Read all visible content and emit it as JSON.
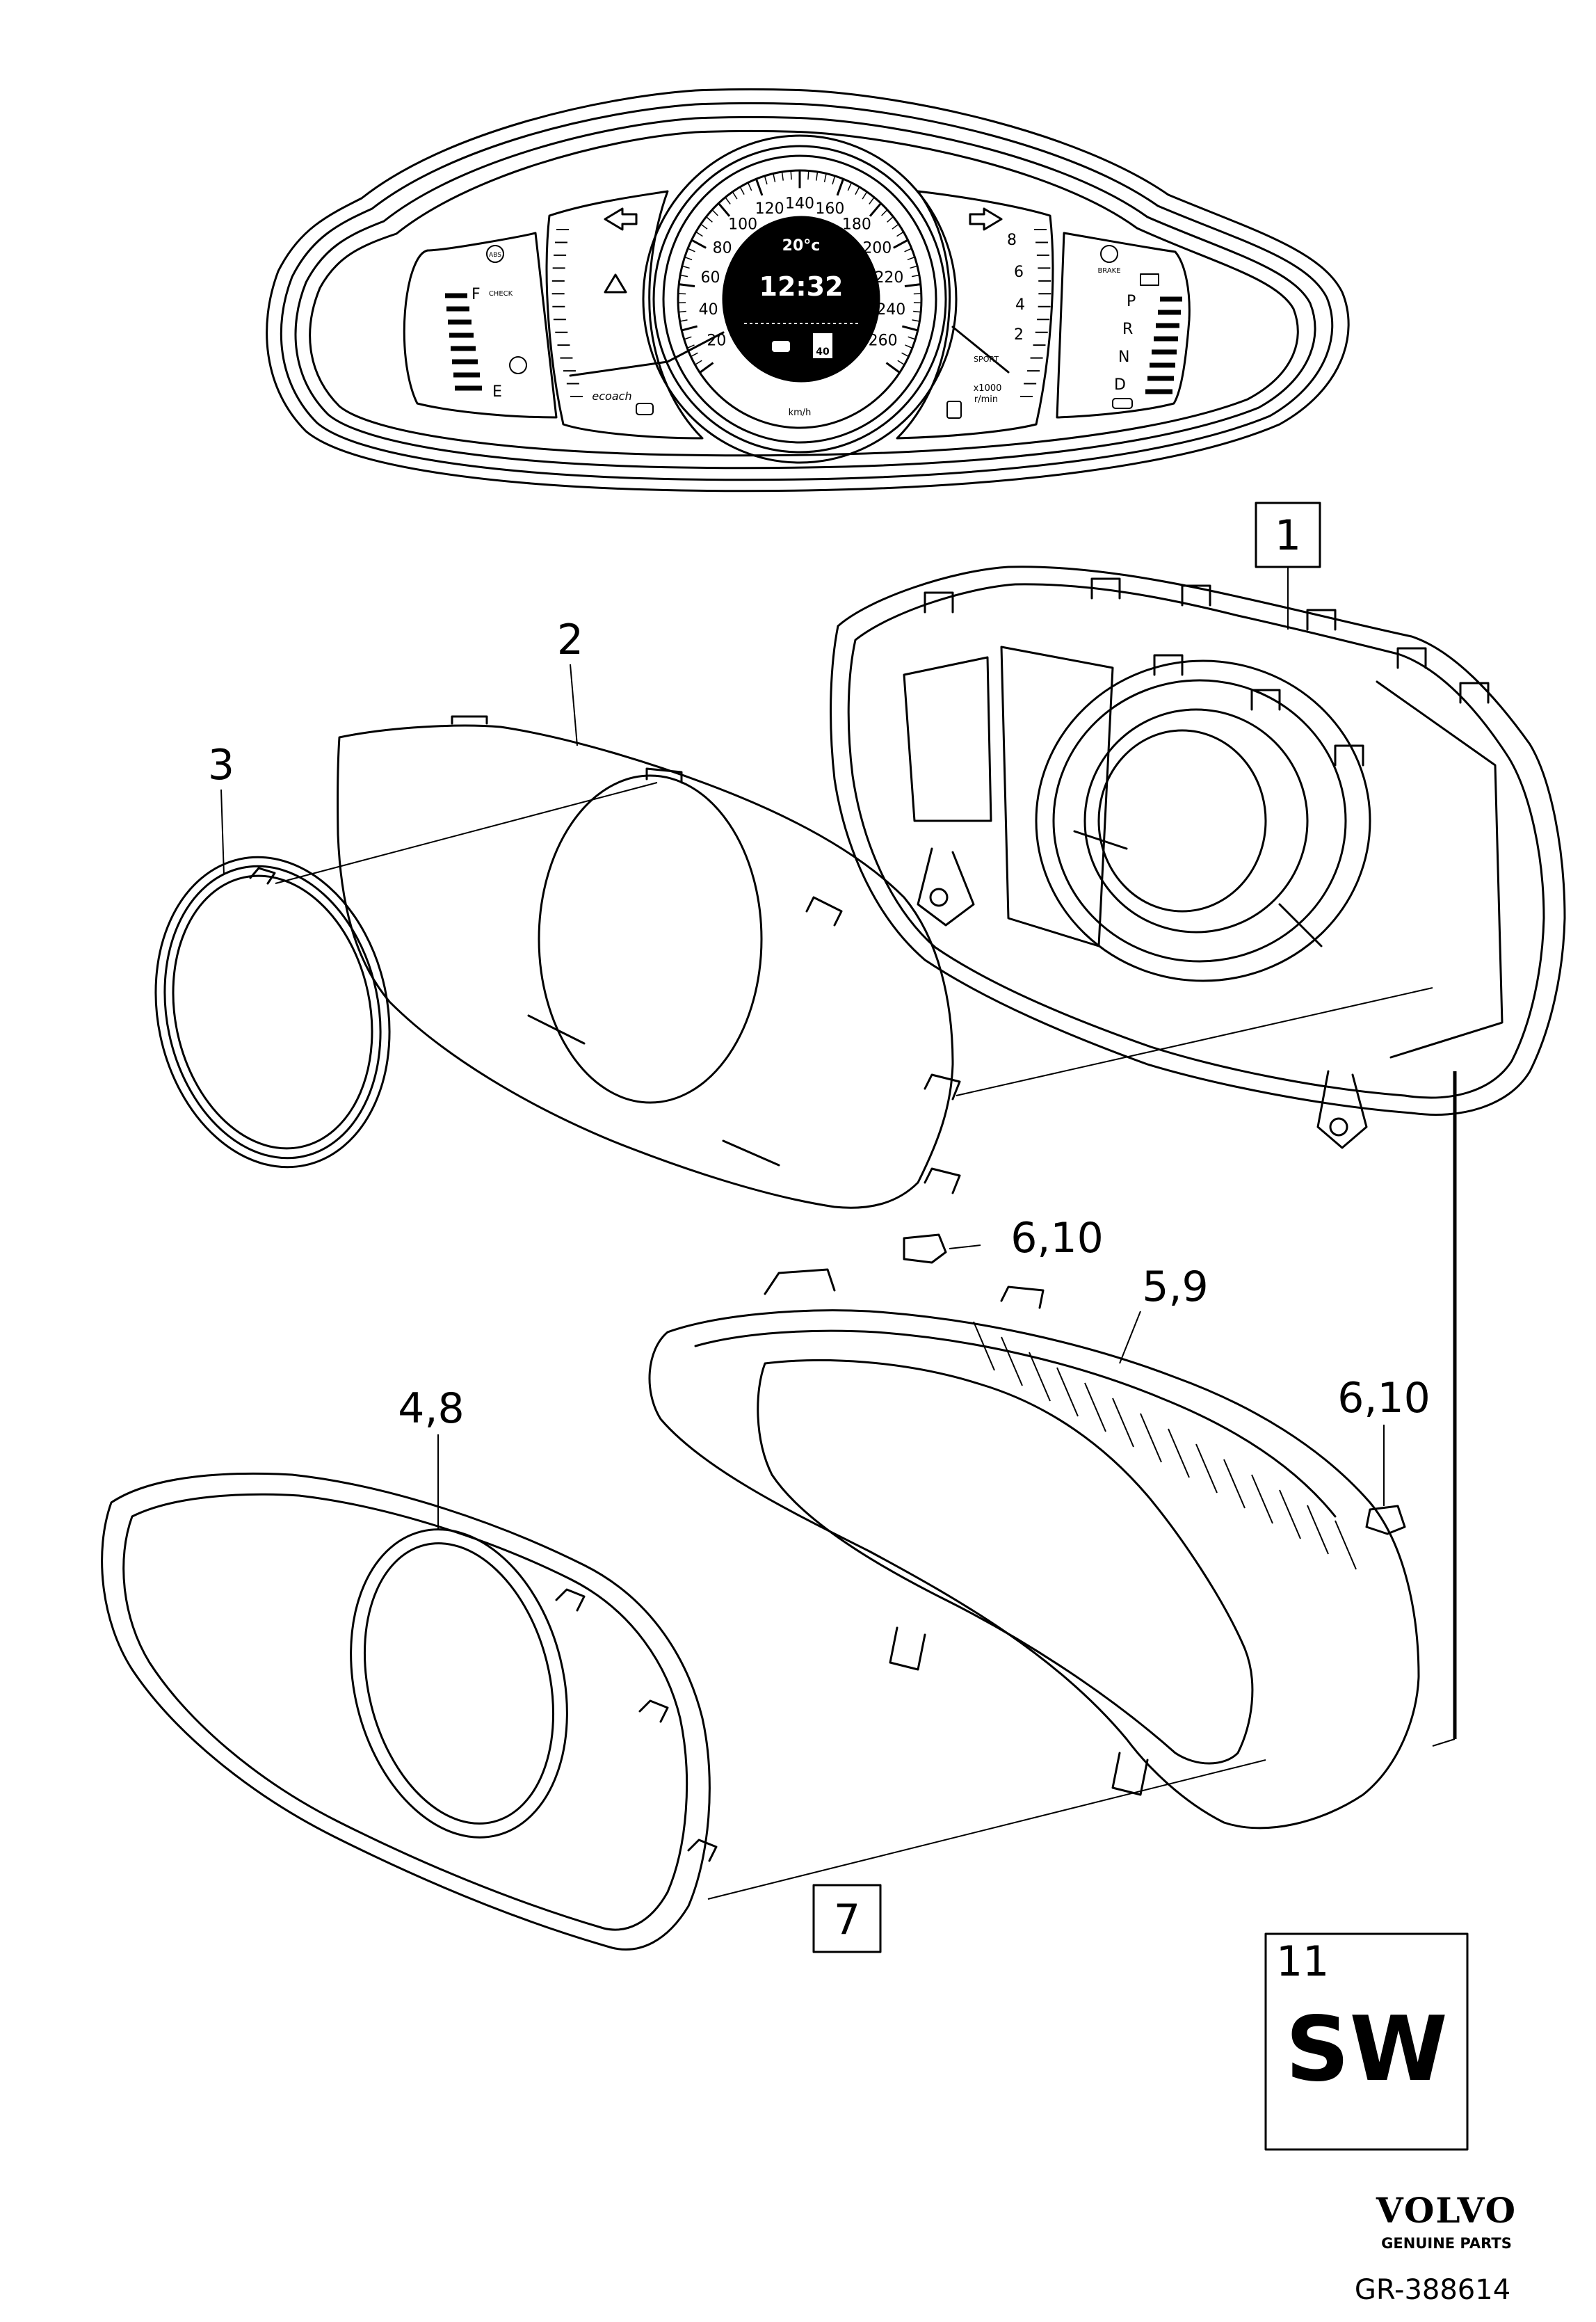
{
  "display": {
    "temperature": "20°c",
    "clock": "12:32",
    "speed_limit": "40",
    "speed_unit": "km/h",
    "rpm_unit": "x1000\nr/min"
  },
  "speedometer_ticks": [
    "20",
    "40",
    "60",
    "80",
    "100",
    "120",
    "140",
    "160",
    "180",
    "200",
    "220",
    "240",
    "260"
  ],
  "tachometer_ticks": [
    "2",
    "4",
    "6",
    "8"
  ],
  "gear_letters": [
    "P",
    "R",
    "N",
    "D"
  ],
  "fuel_labels": {
    "full": "F",
    "empty": "E"
  },
  "warning_labels": {
    "abs": "ABS",
    "check": "CHECK",
    "brake": "BRAKE",
    "ecoach": "ecoach",
    "sport": "SPORT"
  },
  "callouts": {
    "c1": "1",
    "c2": "2",
    "c3": "3",
    "c48": "4,8",
    "c59": "5,9",
    "c610a": "6,10",
    "c610b": "6,10",
    "c7": "7"
  },
  "sw_box": {
    "number": "11",
    "code": "SW"
  },
  "brand": {
    "name": "VOLVO",
    "tagline": "GENUINE PARTS"
  },
  "reference": "GR-388614"
}
